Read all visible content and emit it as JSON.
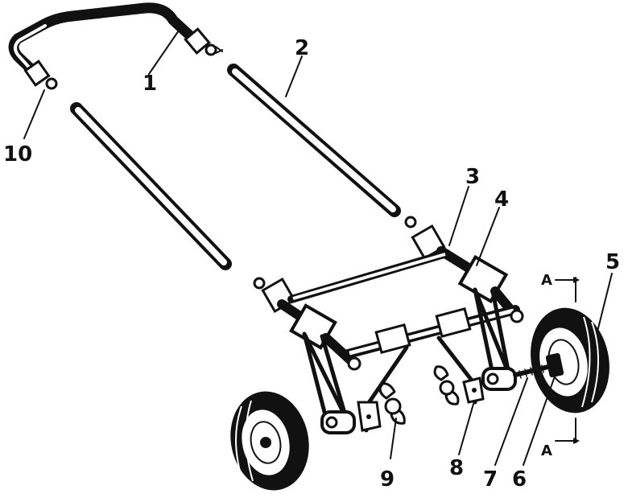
{
  "callouts": {
    "c1": "1",
    "c2": "2",
    "c3": "3",
    "c4": "4",
    "c5": "5",
    "c6": "6",
    "c7": "7",
    "c8": "8",
    "c9": "9",
    "c10": "10"
  },
  "section_marks": {
    "top": "A",
    "bottom": "A"
  }
}
